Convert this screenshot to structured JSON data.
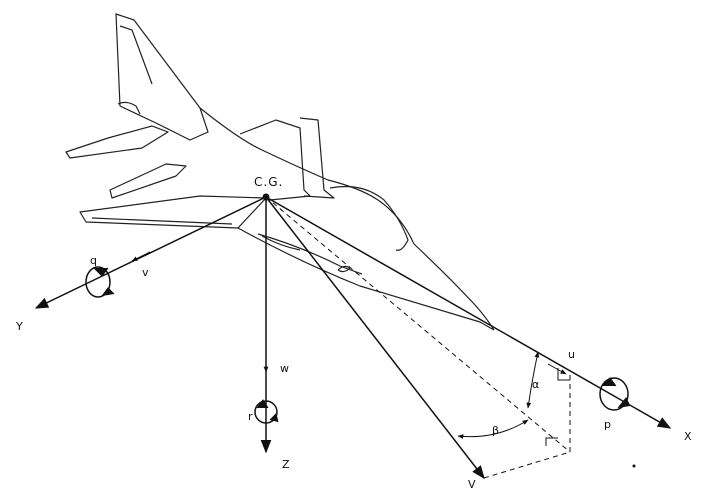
{
  "labels": {
    "cg": "C.G.",
    "x_axis": "X",
    "y_axis": "Y",
    "z_axis": "Z",
    "u": "u",
    "v": "v",
    "w": "w",
    "p": "p",
    "q": "q",
    "r": "r",
    "velocity": "V",
    "alpha": "α",
    "beta": "β"
  },
  "colors": {
    "ink": "#111111",
    "background": "#ffffff"
  }
}
